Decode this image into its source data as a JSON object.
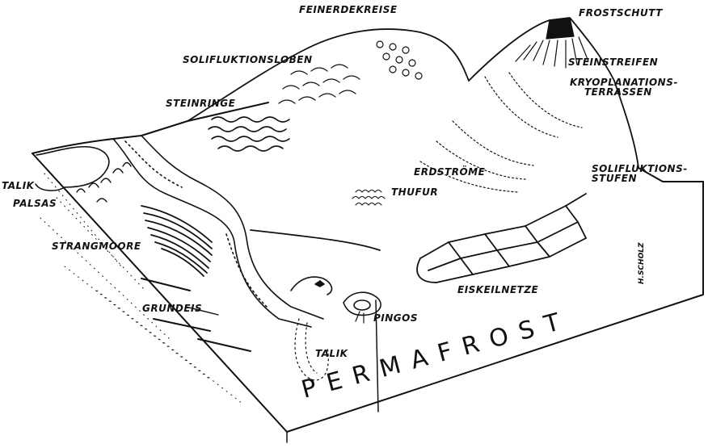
{
  "labels": {
    "feinerdekreise": "FEINERDEKREISE",
    "frostschutt": "FROSTSCHUTT",
    "solifluktionsloben": "SOLIFLUKTIONSLOBEN",
    "steinstreifen": "STEINSTREIFEN",
    "kryoplanationsterrassen_1": "KRYOPLANATIONS-",
    "kryoplanationsterrassen_2": "TERRASSEN",
    "steinringe": "STEINRINGE",
    "talik_top": "TALIK",
    "palsas": "PALSAS",
    "erdstroeme": "ERDSTRÖME",
    "solifluktionsstufen_1": "SOLIFLUKTIONS-",
    "solifluktionsstufen_2": "STUFEN",
    "thufur": "THUFUR",
    "strangmoore": "STRANGMOORE",
    "eiskeilnetze": "EISKEILNETZE",
    "grundeis": "GRUNDEIS",
    "pingos": "PINGOS",
    "talik_bottom": "TALIK",
    "permafrost": "PERMAFROST",
    "signature": "H.SCHOLZ"
  }
}
